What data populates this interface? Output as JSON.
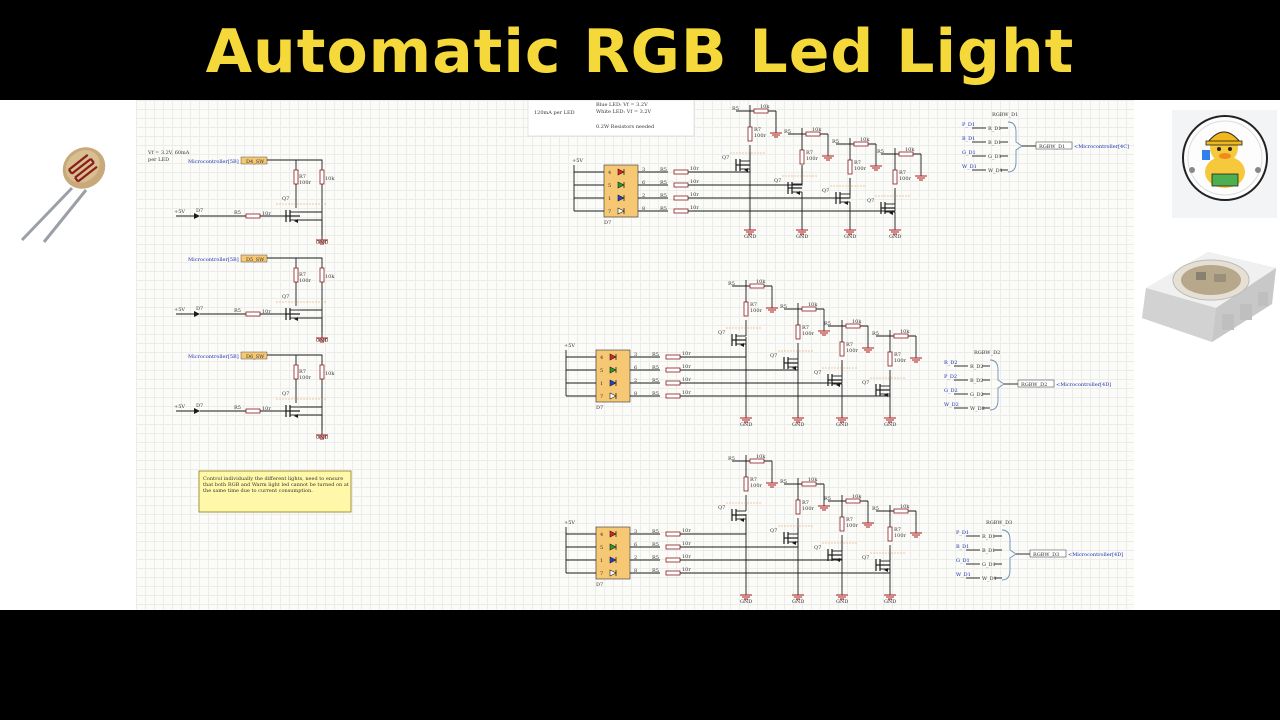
{
  "header": {
    "title": "Automatic RGB Led Light"
  },
  "colors": {
    "title": "#f5d93a",
    "wire": "#1a1a1a",
    "resistor": "#8a1c1c",
    "gnd": "#b11a1a",
    "label_box": "#f7c873",
    "note": "#fff8a8"
  },
  "side_images": {
    "left": "ldr-photoresistor-icon",
    "right_top": "duck-logo",
    "right_bottom": "smd-rgb-led-photo"
  },
  "schematic": {
    "notes": {
      "vf_left": [
        "Vf = 3.2V, 60mA",
        "per LED"
      ],
      "top_center": [
        "Blue LED: Vf = 3.2V",
        "White LED: Vf = 3.2V",
        "120mA per LED",
        "0.2W Resistors needed"
      ],
      "sticky": [
        "Control individually the different lights, need to ensure",
        "that both RGB and Warm light led cannot be turned on at",
        "the same time due to current consumption."
      ]
    },
    "left_channels": [
      {
        "mc": "Microcontroller[5B]",
        "label": "D4_SW"
      },
      {
        "mc": "Microcontroller[5B]",
        "label": "D5_SW"
      },
      {
        "mc": "Microcontroller[5B]",
        "label": "D6_SW"
      }
    ],
    "left_common": {
      "plus": "+5V",
      "diode": "D7",
      "r_in": "R5",
      "r_in_val": "10r",
      "pull": "10k",
      "r_top": "R7",
      "r_top_val": "100r",
      "q": "Q7",
      "gnd": "GND",
      "sw": "D4_SW"
    },
    "rgb_blocks": [
      {
        "pins": [
          "4",
          "5",
          "1",
          "7"
        ],
        "pins2": [
          "3",
          "6",
          "2",
          "8"
        ],
        "res": [
          "10r",
          "10r",
          "10r",
          "10r"
        ],
        "part": "D7"
      },
      {
        "pins": [
          "4",
          "5",
          "1",
          "7"
        ],
        "pins2": [
          "3",
          "6",
          "2",
          "8"
        ],
        "res": [
          "10r",
          "10r",
          "10r",
          "10r"
        ],
        "part": "D7"
      },
      {
        "pins": [
          "4",
          "5",
          "1",
          "7"
        ],
        "pins2": [
          "3",
          "6",
          "2",
          "8"
        ],
        "res": [
          "10r",
          "10r",
          "10r",
          "10r"
        ],
        "part": "D7"
      }
    ],
    "block_common": {
      "plus": "+5V",
      "r": "R5",
      "r_top": "R7",
      "r_top_val": "100r",
      "pull": "10k",
      "q": "Q7",
      "gnd": "GND"
    },
    "connectors": [
      {
        "title": "RGBW_D1",
        "pins": [
          "R_D1",
          "B_D1",
          "G_D1",
          "W_D1"
        ],
        "pins_l": [
          "P_D1",
          "B_D1",
          "G_D1",
          "W_D1"
        ],
        "out": "RGBW_D1",
        "target": "<Microcontroller[4C]"
      },
      {
        "title": "RGBW_D2",
        "pins": [
          "R_D2",
          "B_D2",
          "G_D2",
          "W_D2"
        ],
        "pins_l": [
          "R_D2",
          "P_D2",
          "G_D2",
          "W_D2"
        ],
        "out": "RGBW_D2",
        "target": "<Microcontroller[4D]"
      },
      {
        "title": "RGBW_D3",
        "pins": [
          "R_D1",
          "B_D1",
          "G_D1",
          "W_D1"
        ],
        "pins_l": [
          "P_D1",
          "B_D1",
          "G_D1",
          "W_D1"
        ],
        "out": "RGBW_D3",
        "target": "<Microcontroller[4D]"
      }
    ]
  }
}
